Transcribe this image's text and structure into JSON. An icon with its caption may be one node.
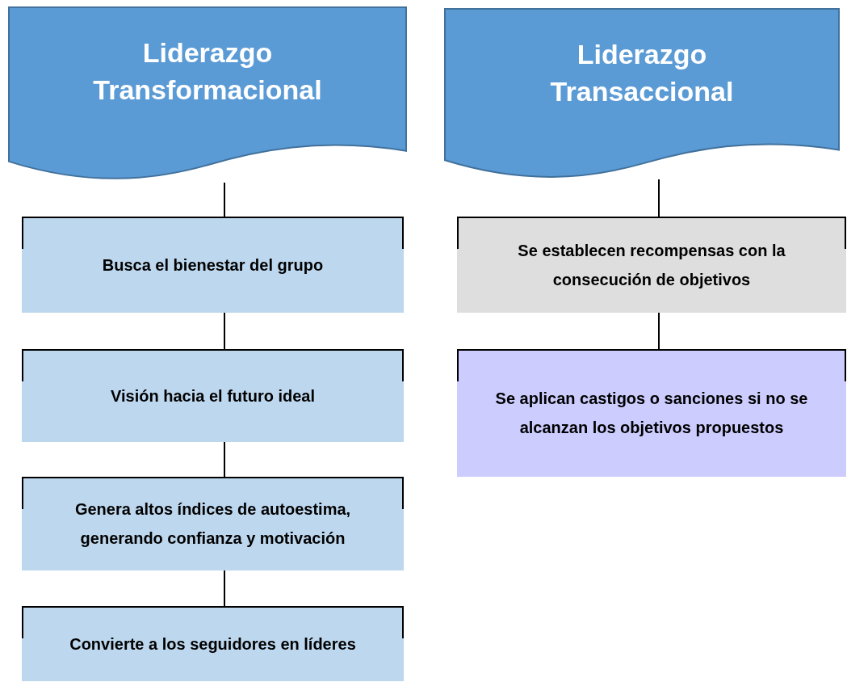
{
  "diagram": {
    "nodes": [
      {
        "text": [
          "Liderazgo Transformacional"
        ]
      },
      {
        "text": [
          "Liderazgo Transaccional"
        ]
      },
      {
        "text": [
          "Busca el bienestar del grupo"
        ]
      },
      {
        "text": [
          "Visión hacia el futuro ideal"
        ]
      },
      {
        "text": [
          "Genera altos índices de autoestima, generando confianza y motivación"
        ]
      },
      {
        "text": [
          "Convierte a los seguidores en líderes"
        ]
      },
      {
        "text": [
          "Se establecen recompensas con la consecución de objetivos"
        ]
      },
      {
        "text": [
          "Se aplican castigos o sanciones si no se alcanzan los objetivos propuestos"
        ]
      }
    ],
    "edges": [
      {
        "from": 0,
        "to": 2,
        "arrow": "none"
      },
      {
        "from": 2,
        "to": 3,
        "arrow": "none"
      },
      {
        "from": 3,
        "to": 4,
        "arrow": "none"
      },
      {
        "from": 4,
        "to": 5,
        "arrow": "none"
      },
      {
        "from": 1,
        "to": 6,
        "arrow": "none"
      },
      {
        "from": 6,
        "to": 7,
        "arrow": "none"
      }
    ]
  }
}
